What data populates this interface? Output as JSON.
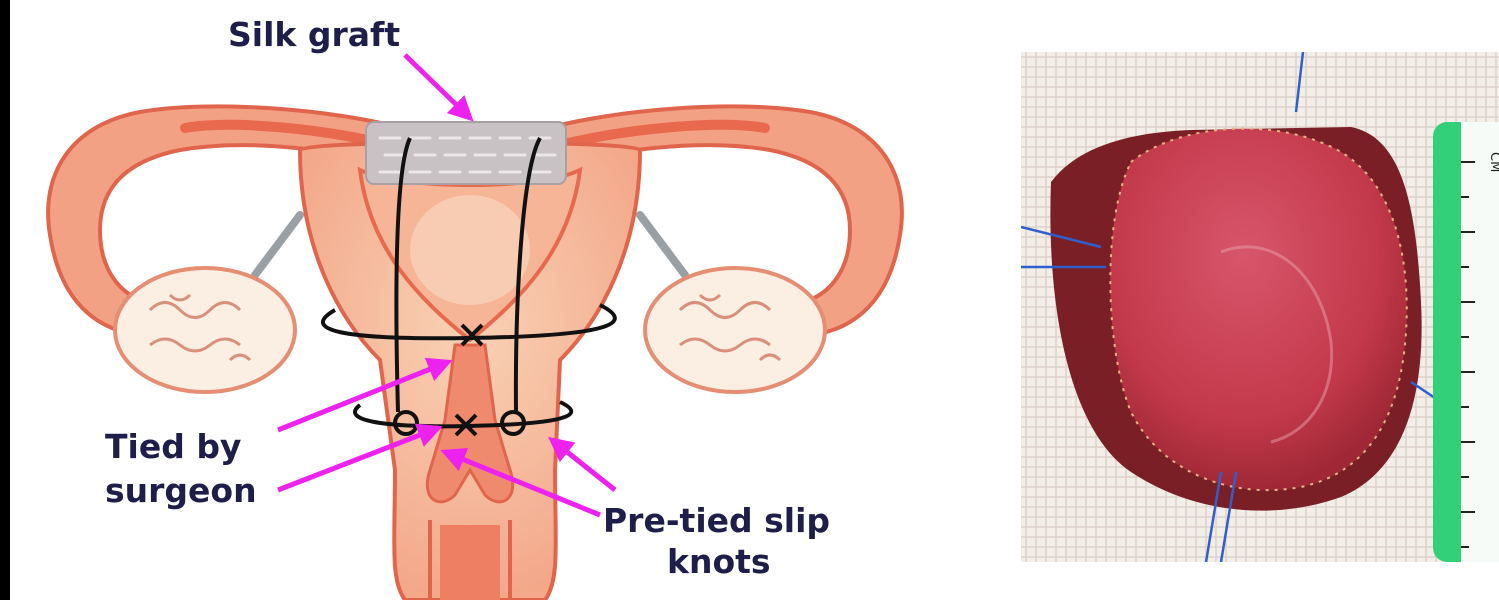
{
  "diagram": {
    "labels": {
      "silk_graft": "Silk graft",
      "tied_by_line1": "Tied by",
      "tied_by_line2": "surgeon",
      "pretied_line1": "Pre-tied slip",
      "pretied_line2": "knots"
    },
    "colors": {
      "arrow": "#ee22ee",
      "tissue_outer": "#f2a184",
      "tissue_inner": "#e9694f",
      "graft": "#c8c2c4",
      "suture": "#111111"
    }
  },
  "photo": {
    "ruler_unit": "CM",
    "colors": {
      "organ": "#c93848",
      "gauze": "#f2ece6",
      "ruler": "#33d07a"
    }
  }
}
